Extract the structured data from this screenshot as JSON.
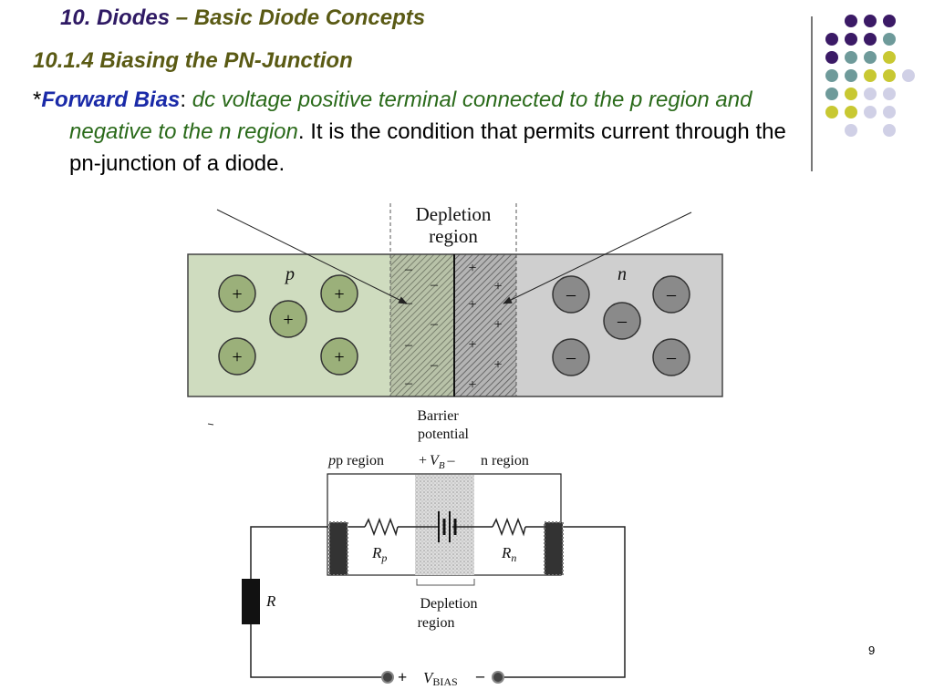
{
  "slide": {
    "title_num": "10. Diodes",
    "title_dash": " –",
    "title_rest": " Basic Diode Concepts",
    "subtitle": "10.1.4 Biasing  the PN-Junction",
    "bullet": "*",
    "forward_bias_term": "Forward Bias",
    "colon": ":",
    "forward_bias_def": " dc voltage positive terminal connected to the p region and negative to the n region",
    "period": ".",
    "rest": "  It is the condition that permits current through the pn-junction of a diode.",
    "page_number": "9"
  },
  "figure_top": {
    "depletion_label_line1": "Depletion",
    "depletion_label_line2": "region",
    "p_label": "p",
    "n_label": "n",
    "plus_sign": "+",
    "minus_sign": "–",
    "colors": {
      "p_region": "#cfdcbf",
      "n_region": "#cfcfcf",
      "p_ion": "#9bb07a",
      "n_ion": "#8a8a8a"
    }
  },
  "figure_bottom": {
    "barrier_line1": "Barrier",
    "barrier_line2": "potential",
    "p_region_label": "p region",
    "vb_plus": "+",
    "vb_v": "V",
    "vb_sub": "B",
    "vb_minus": "–",
    "n_region_label": "n region",
    "rp_r": "R",
    "rp_sub": "p",
    "rn_r": "R",
    "rn_sub": "n",
    "r_label": "R",
    "depletion_line1": "Depletion",
    "depletion_line2": "region",
    "vbias_plus": "+",
    "vbias_v": "V",
    "vbias_sub": "BIAS",
    "vbias_minus": "–"
  },
  "decor": {
    "dot_colors": {
      "purple": "#3b1a66",
      "teal": "#6e9a9a",
      "yellow": "#c8c832",
      "lavender": "#d0d0e6"
    }
  }
}
